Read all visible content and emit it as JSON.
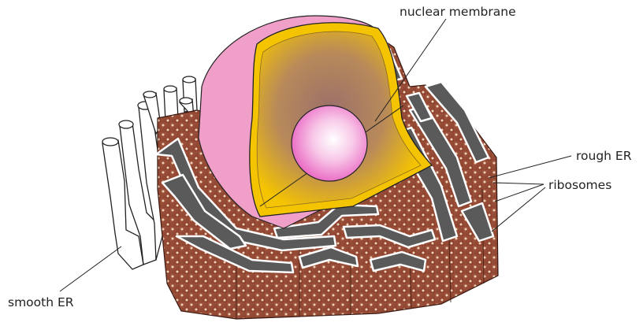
{
  "labels": {
    "nuclear_membrane": "nuclear membrane",
    "rough_er": "rough ER",
    "ribosomes": "ribosomes",
    "smooth_er": "smooth ER"
  },
  "colors": {
    "er_brown": "#9a4a35",
    "er_dark": "#6b2f22",
    "lumen_gray": "#5a5a5a",
    "ribosome": "#e8c8b0",
    "nucleus_pink": "#f0a0c8",
    "nucleoplasm_gold": "#f5c400",
    "nucleoplasm_inner": "#b07a68",
    "nucleolus": "#f070c8",
    "smooth_er_fill": "#ffffff"
  },
  "icons": [
    "cell-nucleus-illustration",
    "rough-er-illustration",
    "smooth-er-illustration"
  ]
}
